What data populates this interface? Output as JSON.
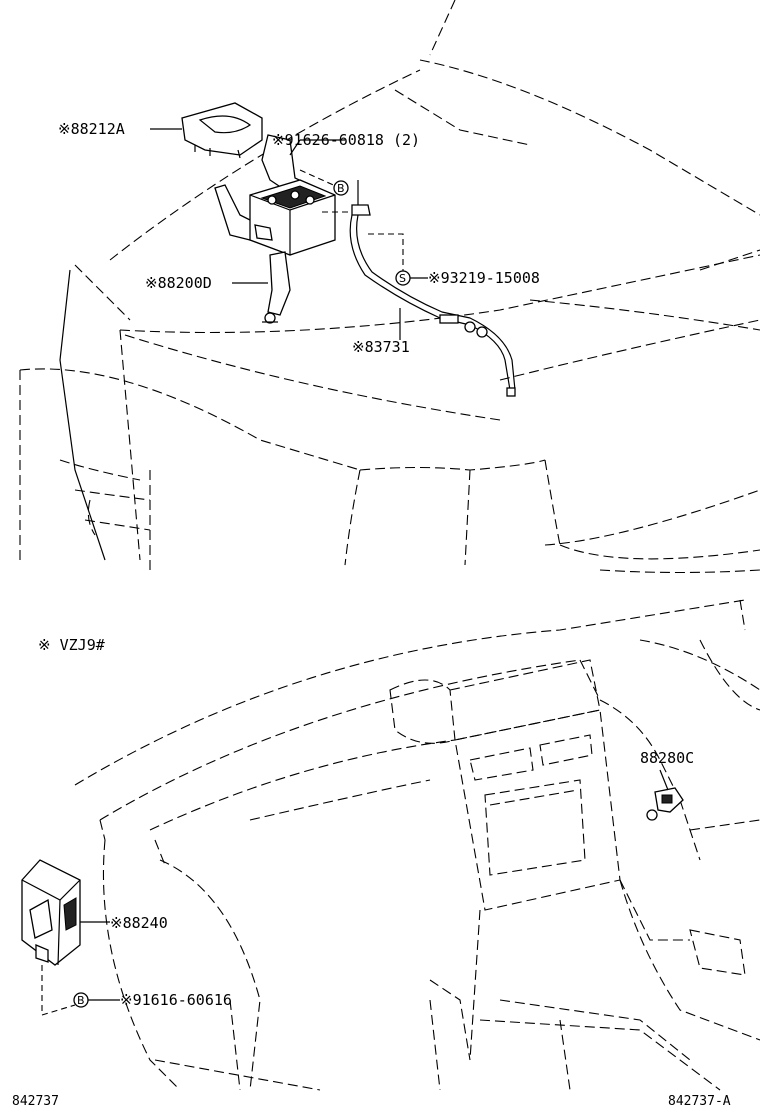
{
  "labels": {
    "p88212A": "※88212A",
    "p91626": "※91626-60818 (2)",
    "p88200D": "※88200D",
    "p93219": "※93219-15008",
    "p83731": "※83731",
    "vzj9": "※ VZJ9#",
    "p88280C": "88280C",
    "p88240": "※88240",
    "p91616": "※91616-60616",
    "code_left": "842737",
    "code_right": "842737-A"
  },
  "symbols": {
    "bolt": "B",
    "screw": "S"
  }
}
